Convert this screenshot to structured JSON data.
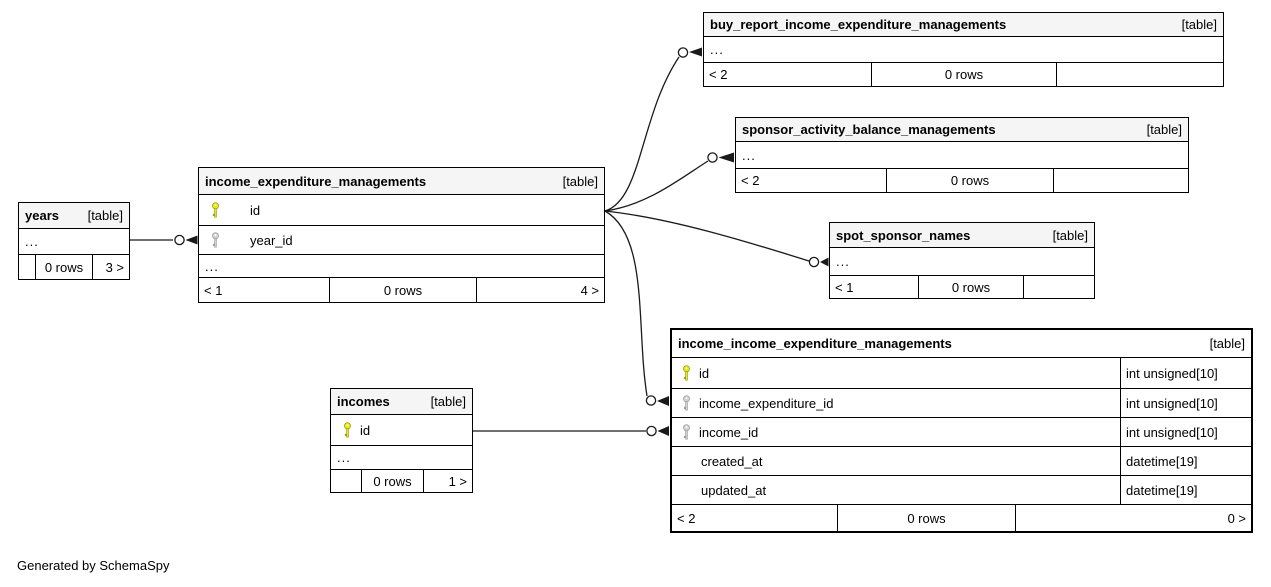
{
  "diagram_footer": "Generated by SchemaSpy",
  "colors": {
    "header_bg": "#f5f5f5",
    "main_table_header_bg": "#ffffff",
    "border": "#000000",
    "relationship_line": "#1a1a1a",
    "primary_key": "#e8e800",
    "foreign_key": "#d0d0d0"
  },
  "tables": {
    "years": {
      "name": "years",
      "tag": "[table]",
      "ellipsis": "...",
      "footer": {
        "left": "",
        "rows": "0 rows",
        "right": "3 >"
      }
    },
    "income_expenditure_managements": {
      "name": "income_expenditure_managements",
      "tag": "[table]",
      "columns": [
        {
          "name": "id",
          "key": "primary"
        },
        {
          "name": "year_id",
          "key": "foreign"
        }
      ],
      "ellipsis": "...",
      "footer": {
        "left": "< 1",
        "rows": "0 rows",
        "right": "4 >"
      }
    },
    "buy_report_income_expenditure_managements": {
      "name": "buy_report_income_expenditure_managements",
      "tag": "[table]",
      "ellipsis": "...",
      "footer": {
        "left": "< 2",
        "rows": "0 rows",
        "right": ""
      }
    },
    "sponsor_activity_balance_managements": {
      "name": "sponsor_activity_balance_managements",
      "tag": "[table]",
      "ellipsis": "...",
      "footer": {
        "left": "< 2",
        "rows": "0 rows",
        "right": ""
      }
    },
    "spot_sponsor_names": {
      "name": "spot_sponsor_names",
      "tag": "[table]",
      "ellipsis": "...",
      "footer": {
        "left": "< 1",
        "rows": "0 rows",
        "right": ""
      }
    },
    "income_income_expenditure_managements": {
      "name": "income_income_expenditure_managements",
      "tag": "[table]",
      "columns": [
        {
          "name": "id",
          "type": "int unsigned[10]",
          "key": "primary"
        },
        {
          "name": "income_expenditure_id",
          "type": "int unsigned[10]",
          "key": "foreign"
        },
        {
          "name": "income_id",
          "type": "int unsigned[10]",
          "key": "foreign"
        },
        {
          "name": "created_at",
          "type": "datetime[19]",
          "key": ""
        },
        {
          "name": "updated_at",
          "type": "datetime[19]",
          "key": ""
        }
      ],
      "footer": {
        "left": "< 2",
        "rows": "0 rows",
        "right": "0 >"
      }
    },
    "incomes": {
      "name": "incomes",
      "tag": "[table]",
      "columns": [
        {
          "name": "id",
          "key": "primary"
        }
      ],
      "ellipsis": "...",
      "footer": {
        "left": "",
        "rows": "0 rows",
        "right": "1 >"
      }
    }
  },
  "relationships": [
    {
      "from": "years",
      "to": "income_expenditure_managements"
    },
    {
      "from": "income_expenditure_managements",
      "to": "buy_report_income_expenditure_managements"
    },
    {
      "from": "income_expenditure_managements",
      "to": "sponsor_activity_balance_managements"
    },
    {
      "from": "income_expenditure_managements",
      "to": "spot_sponsor_names"
    },
    {
      "from": "income_expenditure_managements",
      "to": "income_income_expenditure_managements"
    },
    {
      "from": "incomes",
      "to": "income_income_expenditure_managements"
    }
  ]
}
